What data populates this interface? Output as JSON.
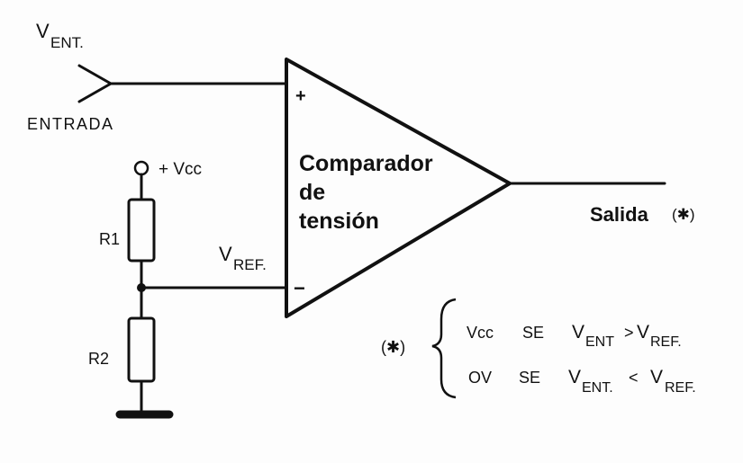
{
  "input": {
    "v_main": "V",
    "v_sub": "ENT.",
    "label": "ENTRADA"
  },
  "supply": {
    "label": "+ Vcc"
  },
  "resistors": {
    "r1": "R1",
    "r2": "R2"
  },
  "reference": {
    "v_main": "V",
    "v_sub": "REF."
  },
  "comparator": {
    "plus": "+",
    "minus": "−",
    "line1": "Comparador",
    "line2": "de",
    "line3": "tensión"
  },
  "output": {
    "label": "Salida",
    "mark": "(✱)"
  },
  "note": {
    "mark": "(✱)",
    "row1": {
      "value": "Vcc",
      "se": "SE",
      "a_main": "V",
      "a_sub": "ENT",
      "op": ">",
      "b_main": "V",
      "b_sub": "REF."
    },
    "row2": {
      "value": "OV",
      "se": "SE",
      "a_main": "V",
      "a_sub": "ENT.",
      "op": "<",
      "b_main": "V",
      "b_sub": "REF."
    }
  }
}
